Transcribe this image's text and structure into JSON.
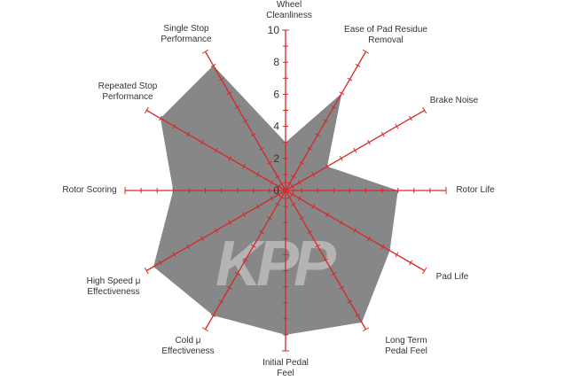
{
  "chart_data": {
    "type": "radar",
    "title": "",
    "axes": [
      "Wheel\nCleanliness",
      "Ease of Pad Residue\nRemoval",
      "Brake Noise",
      "Rotor Life",
      "Pad Life",
      "Long Term\nPedal Feel",
      "Initial Pedal\nFeel",
      "Cold μ\nEffectiveness",
      "High Speed μ\nEffectiveness",
      "Rotor Scoring",
      "Repeated Stop\nPerformance",
      "Single Stop\nPerformance"
    ],
    "values": [
      3,
      7,
      3,
      7,
      7.5,
      9.5,
      9,
      9,
      9.5,
      7,
      9,
      9
    ],
    "range": [
      0,
      10
    ],
    "tick_labels": [
      "0",
      "2",
      "4",
      "6",
      "8",
      "10"
    ],
    "watermark": "KPP",
    "colors": {
      "fill": "#878787",
      "axis": "#d42a2a",
      "watermark": "#b4b4b4"
    }
  }
}
